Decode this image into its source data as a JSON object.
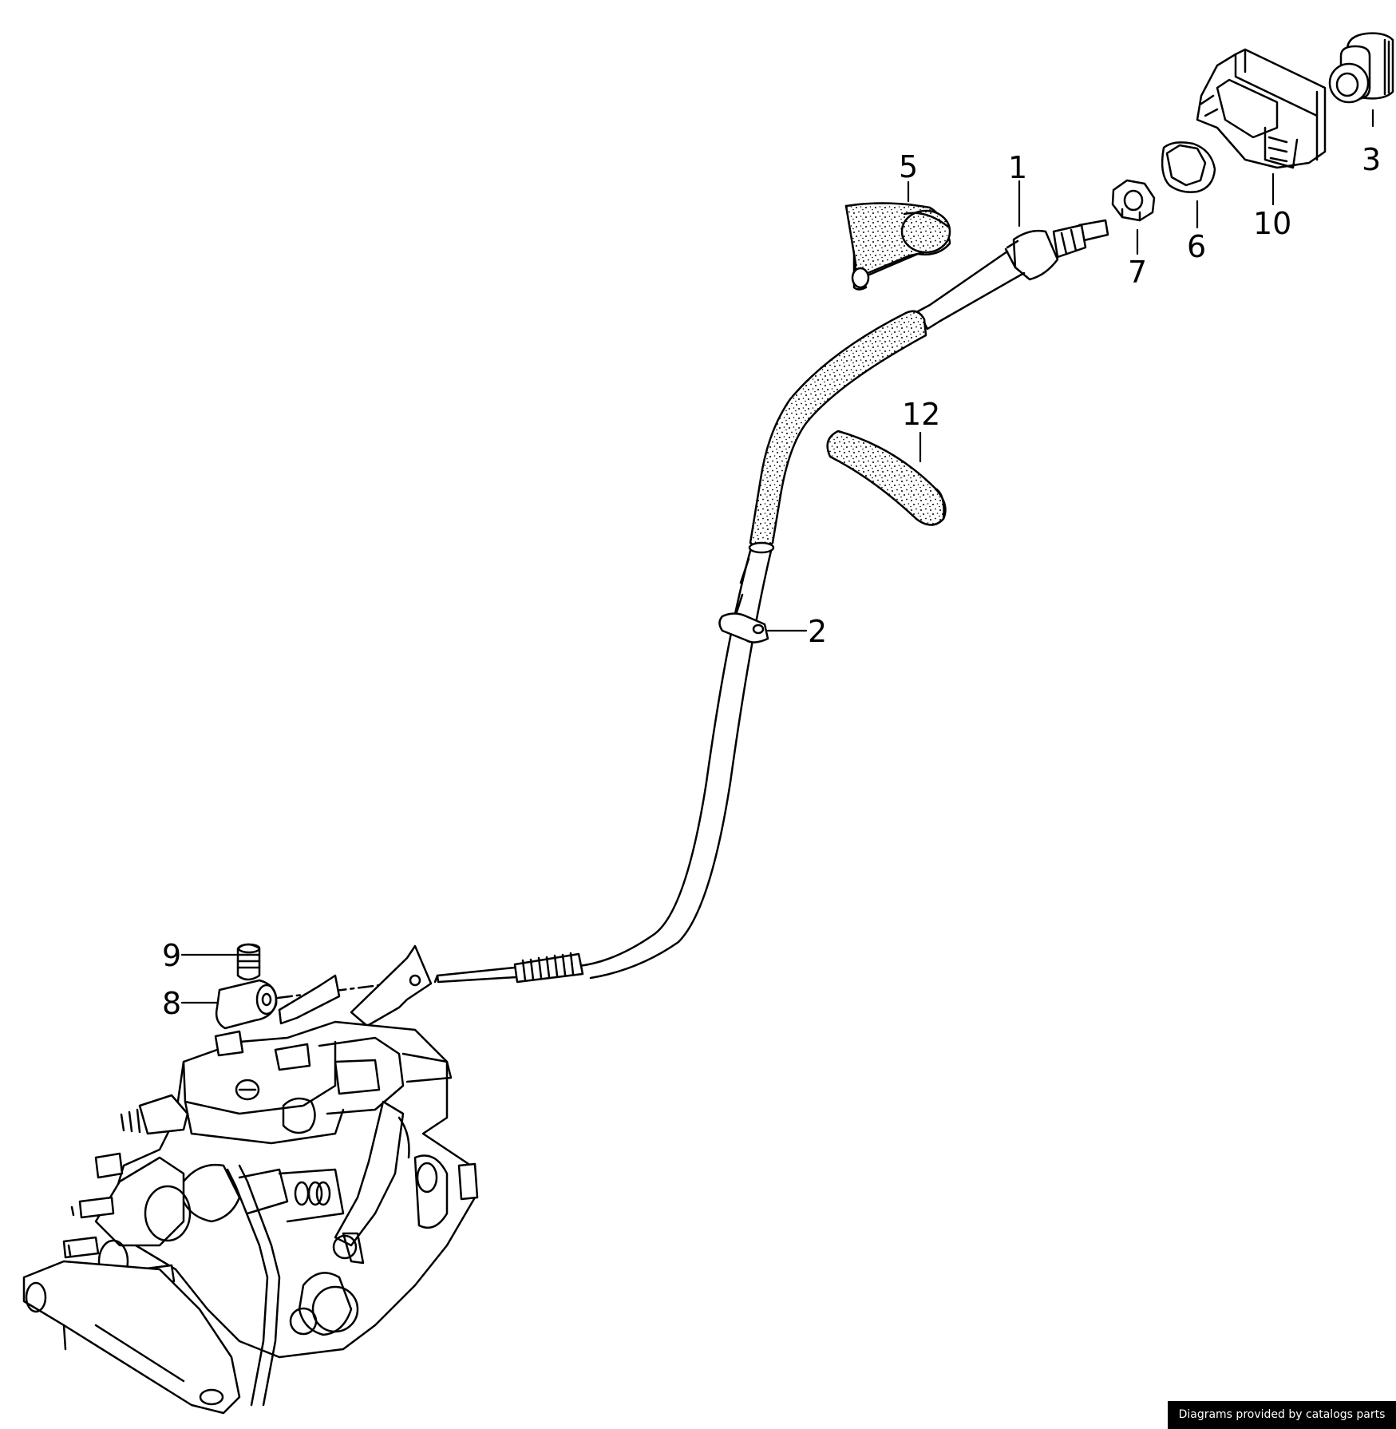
{
  "diagram": {
    "callouts": {
      "p1": "1",
      "p2": "2",
      "p3": "3",
      "p5": "5",
      "p6": "6",
      "p7": "7",
      "p8": "8",
      "p9": "9",
      "p10": "10",
      "p12": "12"
    }
  },
  "credit": {
    "text": "Diagrams provided by catalogs parts"
  },
  "colors": {
    "ink": "#000000",
    "background": "#ffffff",
    "credit_bg": "#000000",
    "credit_text": "#ffffff"
  }
}
